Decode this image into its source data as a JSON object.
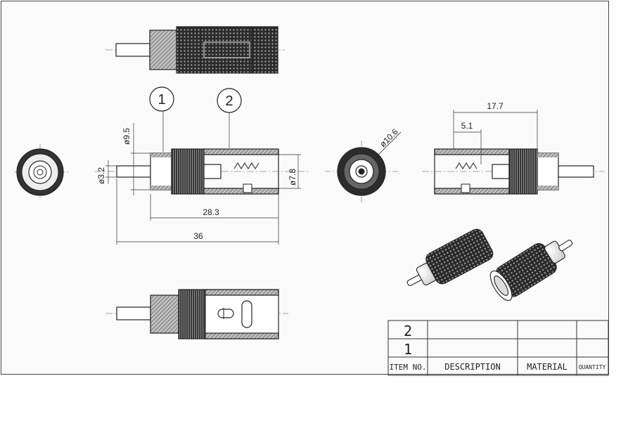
{
  "callouts": {
    "part1": "1",
    "part2": "2"
  },
  "dimensions": {
    "dia_9_5": "ø9.5",
    "dia_3_2": "ø3.2",
    "dia_7_8": "ø7.8",
    "len_28_3": "28.3",
    "len_36": "36",
    "dia_10_6": "ø10.6",
    "len_17_7": "17.7",
    "len_5_1": "5.1"
  },
  "title_block": {
    "rows": [
      "2",
      "1"
    ],
    "headers": {
      "item": "ITEM NO.",
      "description": "DESCRIPTION",
      "material": "MATERIAL",
      "quantity": "QUANTITY"
    }
  }
}
